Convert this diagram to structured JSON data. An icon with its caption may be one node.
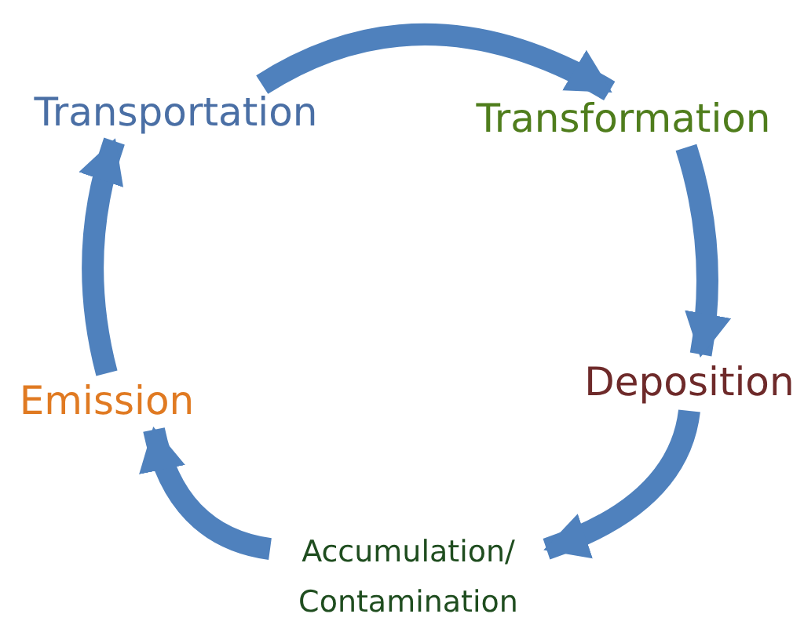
{
  "diagram": {
    "nodes": [
      {
        "text": [
          "Transportation"
        ]
      },
      {
        "text": [
          "Transformation"
        ]
      },
      {
        "text": [
          "Deposition"
        ]
      },
      {
        "text": [
          "Accumulation/ Contamination"
        ]
      },
      {
        "text": [
          "Emission"
        ]
      }
    ],
    "edges": [
      {
        "from": 0,
        "to": 1,
        "arrow": "to"
      },
      {
        "from": 1,
        "to": 2,
        "arrow": "to"
      },
      {
        "from": 2,
        "to": 3,
        "arrow": "to"
      },
      {
        "from": 3,
        "to": 4,
        "arrow": "to"
      },
      {
        "from": 4,
        "to": 0,
        "arrow": "to"
      }
    ]
  }
}
